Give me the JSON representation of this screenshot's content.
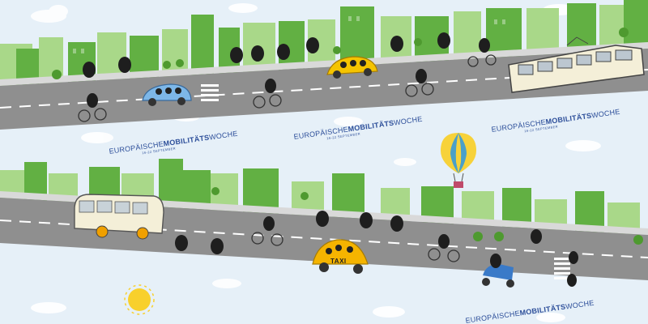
{
  "campaign": {
    "prefix": "EUROPÄISCHE",
    "bold": "MOBILITÄTS",
    "suffix": "WOCHE",
    "dates": "16-22 SEPTEMBER"
  },
  "taxi_sign": "TAXI",
  "colors": {
    "sky": "#e6f0f8",
    "road": "#8f8f8f",
    "building_light": "#9fd07a",
    "building_dark": "#5cad3e",
    "brand_blue": "#2d4f9a",
    "taxi_yellow": "#f5b400",
    "car_blue": "#7db7e8",
    "sun": "#f8d02c"
  },
  "icons": [
    "sun-icon",
    "hot-air-balloon-icon",
    "bicycle-icon",
    "tram-icon",
    "bus-icon",
    "taxi-icon",
    "scooter-icon",
    "car-icon"
  ]
}
